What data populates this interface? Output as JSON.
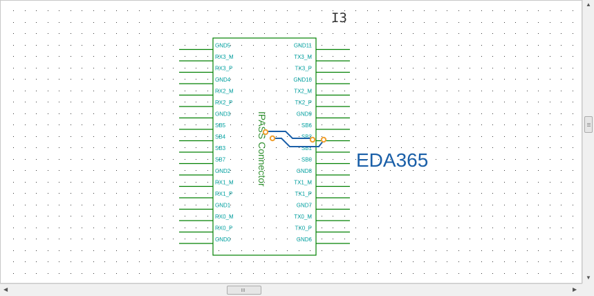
{
  "designator": "I3",
  "component_name": "IPASS Connector",
  "watermark": "EDA365",
  "left_pins": [
    "GND5",
    "RX3_M",
    "RX3_P",
    "GND4",
    "RX2_M",
    "RX2_P",
    "GND3",
    "SB5",
    "SB4",
    "SB3",
    "SB7",
    "GND2",
    "RX1_M",
    "RX1_P",
    "GND1",
    "RX0_M",
    "RX0_P",
    "GND0"
  ],
  "right_pins": [
    "GND11",
    "TX3_M",
    "TX3_P",
    "GND10",
    "TX2_M",
    "TX2_P",
    "GND9",
    "SB6",
    "SB2",
    "SB1",
    "SB0",
    "GND8",
    "TX1_M",
    "TX1_P",
    "GND7",
    "TX0_M",
    "TX0_P",
    "GND6"
  ],
  "colors": {
    "wire": "#008000",
    "pin_text": "#00a0a0",
    "logo": "#1a5fa8",
    "logo_dot": "#f0a030",
    "grid": "#333333"
  }
}
